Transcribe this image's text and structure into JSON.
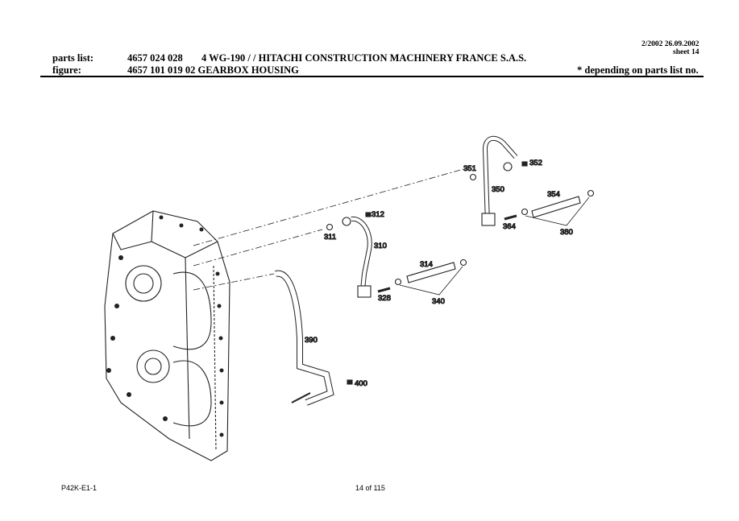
{
  "header": {
    "date": "2/2002 26.09.2002",
    "sheet": "sheet 14",
    "parts_list_label": "parts list:",
    "parts_list_number": "4657 024 028",
    "parts_list_desc": "4 WG-190 /  / HITACHI CONSTRUCTION MACHINERY FRANCE S.A.S.",
    "figure_label": "figure:",
    "figure_value": "4657 101 019 02 GEARBOX HOUSING",
    "note": "*  depending on parts list no."
  },
  "callouts": {
    "c351": "351",
    "c350": "350",
    "c352": "352",
    "c354": "354",
    "c364": "364",
    "c380": "380",
    "c311": "311",
    "c312": "312",
    "c310": "310",
    "c314": "314",
    "c328": "328",
    "c340": "340",
    "c390": "390",
    "c400": "400"
  },
  "footer": {
    "code": "P42K-E1-1",
    "page": "14 of 115"
  }
}
